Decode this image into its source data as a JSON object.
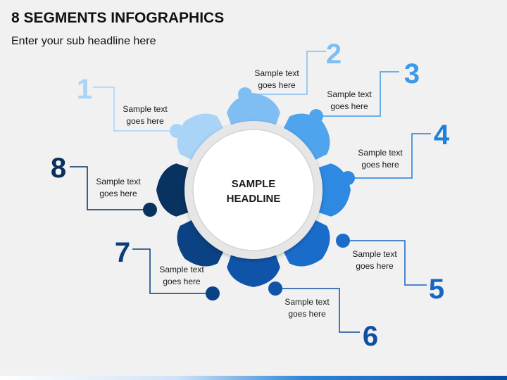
{
  "title": "8 SEGMENTS INFOGRAPHICS",
  "subtitle": "Enter your sub headline here",
  "center": {
    "line1": "SAMPLE",
    "line2": "HEADLINE"
  },
  "segments": [
    {
      "number": "1",
      "text1": "Sample text",
      "text2": "goes here",
      "color": "#a9d3f7",
      "num_color": "#a9d3f7"
    },
    {
      "number": "2",
      "text1": "Sample text",
      "text2": "goes here",
      "color": "#7fbef3",
      "num_color": "#7fbef3"
    },
    {
      "number": "3",
      "text1": "Sample text",
      "text2": "goes here",
      "color": "#4ea5ee",
      "num_color": "#3c9ae9"
    },
    {
      "number": "4",
      "text1": "Sample text",
      "text2": "goes here",
      "color": "#2e89e2",
      "num_color": "#1f7fdc"
    },
    {
      "number": "5",
      "text1": "Sample text",
      "text2": "goes here",
      "color": "#1a6ccb",
      "num_color": "#1466c4"
    },
    {
      "number": "6",
      "text1": "Sample text",
      "text2": "goes here",
      "color": "#0f54a8",
      "num_color": "#0f4f9f"
    },
    {
      "number": "7",
      "text1": "Sample text",
      "text2": "goes here",
      "color": "#0b4283",
      "num_color": "#0b3f7c"
    },
    {
      "number": "8",
      "text1": "Sample text",
      "text2": "goes here",
      "color": "#08325f",
      "num_color": "#092f5a"
    }
  ]
}
